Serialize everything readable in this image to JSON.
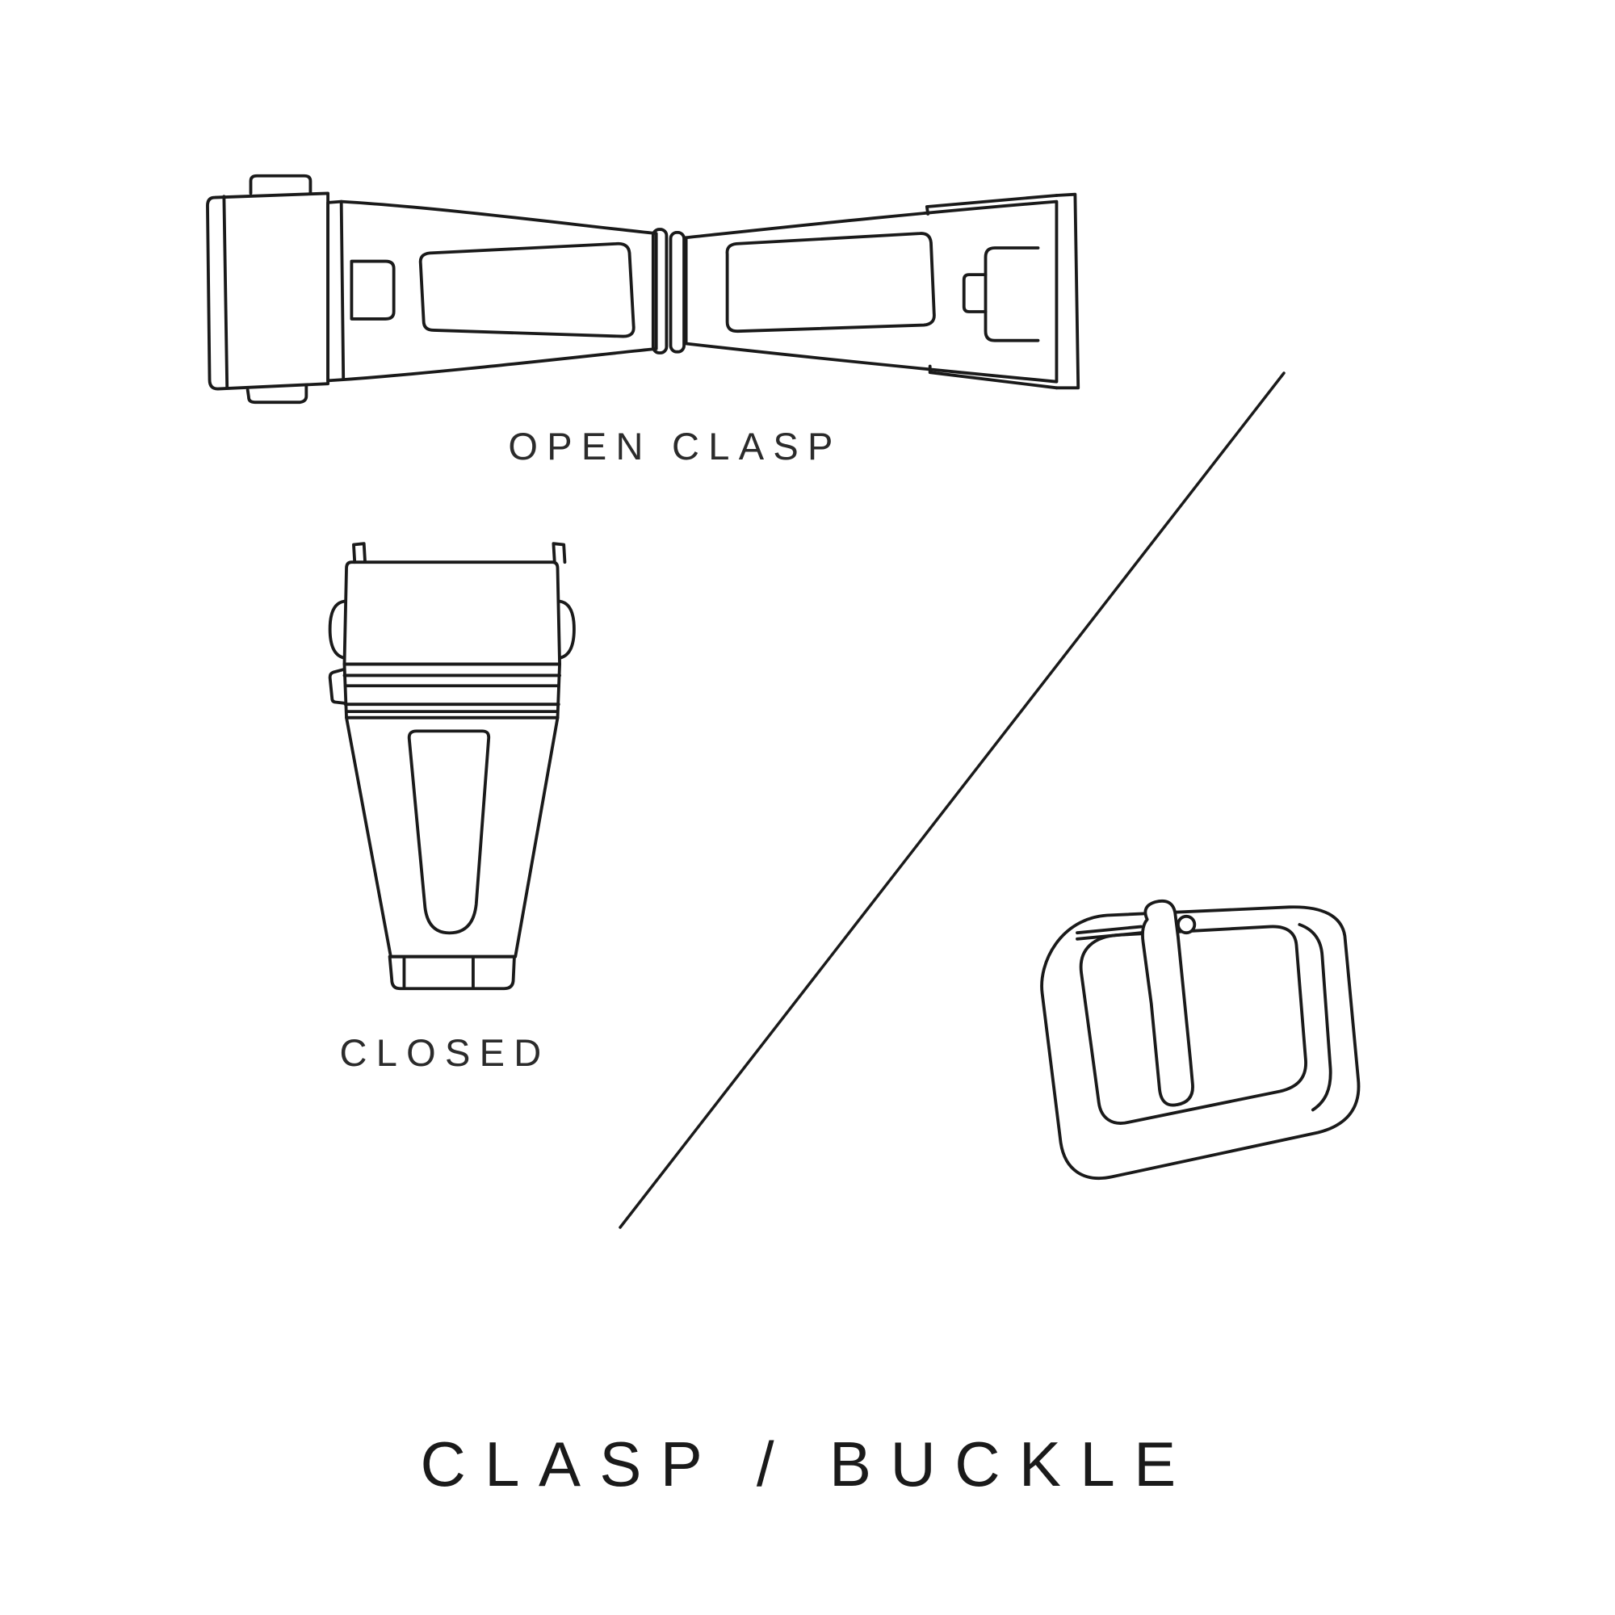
{
  "page": {
    "title": "CLASP / BUCKLE",
    "background_color": "#ffffff",
    "ink_color": "#1a1a1a"
  },
  "labels": {
    "open_clasp": "OPEN CLASP",
    "closed": "CLOSED"
  }
}
